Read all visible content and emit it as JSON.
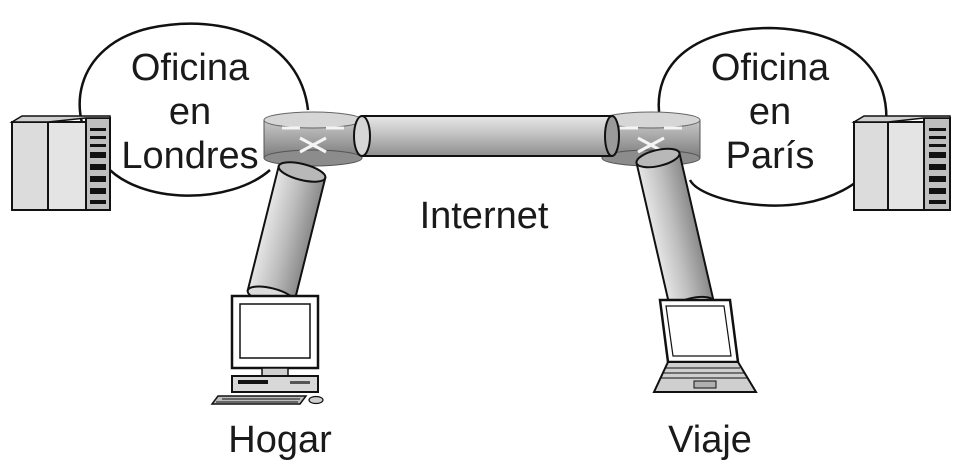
{
  "diagram": {
    "offices": [
      {
        "id": "london",
        "line1": "Oficina",
        "line2": "en",
        "line3": "Londres"
      },
      {
        "id": "paris",
        "line1": "Oficina",
        "line2": "en",
        "line3": "París"
      }
    ],
    "network_label": "Internet",
    "endpoints": [
      {
        "id": "home",
        "label": "Hogar"
      },
      {
        "id": "travel",
        "label": "Viaje"
      }
    ],
    "colors": {
      "tunnel": "#c4c4c4",
      "tunnel_dark": "#8a8a8a",
      "router": "#a9a9a9",
      "line": "#111111"
    }
  }
}
